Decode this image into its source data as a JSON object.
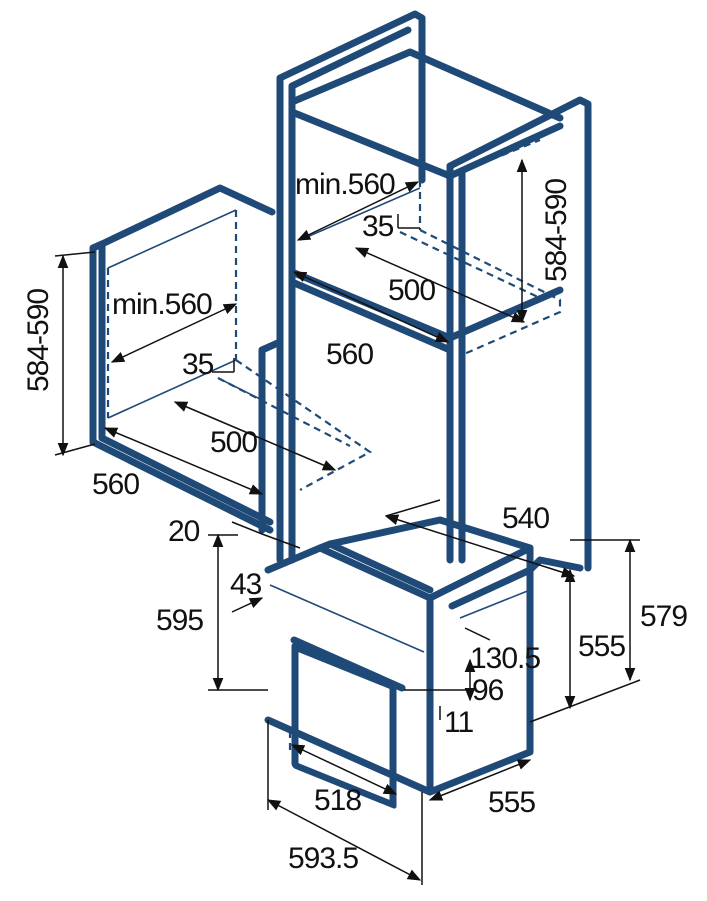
{
  "colors": {
    "line": "#1f4a78",
    "dimension": "#111111",
    "background": "#ffffff"
  },
  "left_cabinet": {
    "depth_min": "min.560",
    "height_range": "584-590",
    "offset": "35",
    "base_depth": "500",
    "width": "560"
  },
  "tall_cabinet": {
    "depth_min": "min.560",
    "height_range": "584-590",
    "offset": "35",
    "base_depth": "500",
    "width": "560"
  },
  "oven": {
    "body_depth_top": "540",
    "gap": "20",
    "front_height": "595",
    "panel_offset": "43",
    "overall_height": "579",
    "body_height": "555",
    "top_step": "130.5",
    "handle_offset": "96",
    "handle_depth": "11",
    "window_width": "518",
    "body_depth": "555",
    "overall_width": "593.5"
  }
}
